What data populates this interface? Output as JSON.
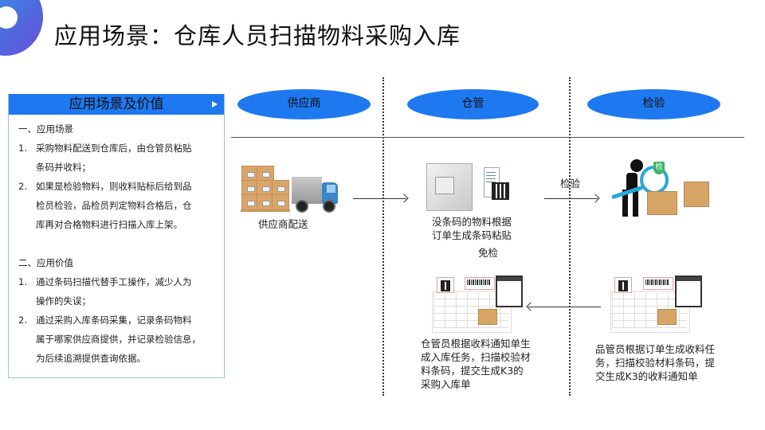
{
  "header": {
    "title": "应用场景：仓库人员扫描物料采购入库"
  },
  "panel": {
    "title": "应用场景及价值",
    "sections": [
      {
        "heading": "一、应用场景",
        "items": [
          {
            "num": "1.",
            "lines": [
              "采购物料配送到仓库后，由仓管员粘贴",
              "条码并收料；"
            ]
          },
          {
            "num": "2.",
            "lines": [
              "如果是检验物料，则收料贴标后给到品",
              "检员检验，品检员判定物料合格后，仓",
              "库再对合格物料进行扫描入库上架。"
            ]
          }
        ]
      },
      {
        "heading": "二、应用价值",
        "items": [
          {
            "num": "1.",
            "lines": [
              "通过条码扫描代替手工操作，减少人为",
              "操作的失误；"
            ]
          },
          {
            "num": "2.",
            "lines": [
              "通过采购入库条码采集，记录条码物料",
              "属于哪家供应商提供，并记录检验信息，",
              "为后续追溯提供查询依据。"
            ]
          }
        ]
      }
    ]
  },
  "lanes": [
    {
      "name": "供应商"
    },
    {
      "name": "仓管"
    },
    {
      "name": "检验"
    }
  ],
  "flow": {
    "supplier_delivery": "供应商配送",
    "barcode_label": [
      "没条码的物料根据",
      "订单生成条码粘贴"
    ],
    "exempt_label": "免检",
    "inspect_arrow_label": "检验",
    "warehouse_step": [
      "仓管员根据收料通知单生",
      "成入库任务，扫描校验材",
      "料条码，提交生成K3的",
      "采购入库单"
    ],
    "qc_step": [
      "品管员根据订单生成收料任",
      "务，扫描校验材料条码，提",
      "交生成K3的收料通知单"
    ],
    "inspect_badge": "检"
  },
  "colors": {
    "accent_blue": "#1e78f0",
    "panel_border": "#9ec3d6",
    "magnifier": "#26a7d8"
  }
}
